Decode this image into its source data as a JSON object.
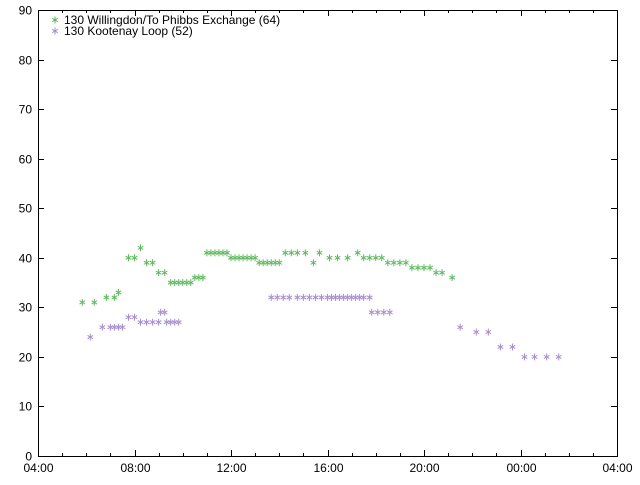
{
  "chart_data": {
    "type": "scatter",
    "title": "",
    "xlabel": "",
    "ylabel": "",
    "x_unit": "time of day (HH:MM), second day after 24:00",
    "xlim": [
      "04:00",
      "28:00"
    ],
    "x_ticks": [
      "04:00",
      "08:00",
      "12:00",
      "16:00",
      "20:00",
      "00:00",
      "04:00"
    ],
    "ylim": [
      0,
      90
    ],
    "y_ticks": [
      "0",
      "10",
      "20",
      "30",
      "40",
      "50",
      "60",
      "70",
      "80",
      "90"
    ],
    "grid": false,
    "legend_position": "top-left",
    "marker": "asterisk",
    "series": [
      {
        "name": "130 Willingdon/To Phibbs Exchange (64)",
        "color": "#5fb85f",
        "points": [
          [
            "05:50",
            31
          ],
          [
            "06:20",
            31
          ],
          [
            "06:50",
            32
          ],
          [
            "07:10",
            32
          ],
          [
            "07:20",
            33
          ],
          [
            "07:45",
            40
          ],
          [
            "08:00",
            40
          ],
          [
            "08:15",
            42
          ],
          [
            "08:30",
            39
          ],
          [
            "08:45",
            39
          ],
          [
            "09:00",
            37
          ],
          [
            "09:15",
            37
          ],
          [
            "09:30",
            35
          ],
          [
            "09:40",
            35
          ],
          [
            "09:50",
            35
          ],
          [
            "10:00",
            35
          ],
          [
            "10:10",
            35
          ],
          [
            "10:20",
            35
          ],
          [
            "10:30",
            36
          ],
          [
            "10:40",
            36
          ],
          [
            "10:50",
            36
          ],
          [
            "11:00",
            41
          ],
          [
            "11:10",
            41
          ],
          [
            "11:20",
            41
          ],
          [
            "11:30",
            41
          ],
          [
            "11:40",
            41
          ],
          [
            "11:50",
            41
          ],
          [
            "12:00",
            40
          ],
          [
            "12:10",
            40
          ],
          [
            "12:20",
            40
          ],
          [
            "12:30",
            40
          ],
          [
            "12:40",
            40
          ],
          [
            "12:50",
            40
          ],
          [
            "13:00",
            40
          ],
          [
            "13:10",
            39
          ],
          [
            "13:20",
            39
          ],
          [
            "13:30",
            39
          ],
          [
            "13:40",
            39
          ],
          [
            "13:50",
            39
          ],
          [
            "14:00",
            39
          ],
          [
            "14:15",
            41
          ],
          [
            "14:30",
            41
          ],
          [
            "14:45",
            41
          ],
          [
            "15:05",
            41
          ],
          [
            "15:25",
            39
          ],
          [
            "15:40",
            41
          ],
          [
            "16:05",
            40
          ],
          [
            "16:25",
            40
          ],
          [
            "16:50",
            40
          ],
          [
            "17:15",
            41
          ],
          [
            "17:30",
            40
          ],
          [
            "17:45",
            40
          ],
          [
            "18:00",
            40
          ],
          [
            "18:15",
            40
          ],
          [
            "18:30",
            39
          ],
          [
            "18:45",
            39
          ],
          [
            "19:00",
            39
          ],
          [
            "19:15",
            39
          ],
          [
            "19:30",
            38
          ],
          [
            "19:45",
            38
          ],
          [
            "20:00",
            38
          ],
          [
            "20:15",
            38
          ],
          [
            "20:30",
            37
          ],
          [
            "20:45",
            37
          ],
          [
            "21:10",
            36
          ]
        ]
      },
      {
        "name": "130 Kootenay Loop (52)",
        "color": "#a58fcf",
        "points": [
          [
            "06:10",
            24
          ],
          [
            "06:40",
            26
          ],
          [
            "07:00",
            26
          ],
          [
            "07:10",
            26
          ],
          [
            "07:20",
            26
          ],
          [
            "07:30",
            26
          ],
          [
            "07:45",
            28
          ],
          [
            "08:00",
            28
          ],
          [
            "08:15",
            27
          ],
          [
            "08:30",
            27
          ],
          [
            "08:45",
            27
          ],
          [
            "09:00",
            27
          ],
          [
            "09:05",
            29
          ],
          [
            "09:15",
            29
          ],
          [
            "09:20",
            27
          ],
          [
            "09:30",
            27
          ],
          [
            "09:40",
            27
          ],
          [
            "09:50",
            27
          ],
          [
            "13:40",
            32
          ],
          [
            "13:55",
            32
          ],
          [
            "14:10",
            32
          ],
          [
            "14:25",
            32
          ],
          [
            "14:45",
            32
          ],
          [
            "15:00",
            32
          ],
          [
            "15:15",
            32
          ],
          [
            "15:30",
            32
          ],
          [
            "15:45",
            32
          ],
          [
            "16:00",
            32
          ],
          [
            "16:10",
            32
          ],
          [
            "16:20",
            32
          ],
          [
            "16:30",
            32
          ],
          [
            "16:40",
            32
          ],
          [
            "16:50",
            32
          ],
          [
            "17:00",
            32
          ],
          [
            "17:10",
            32
          ],
          [
            "17:20",
            32
          ],
          [
            "17:30",
            32
          ],
          [
            "17:45",
            32
          ],
          [
            "17:50",
            29
          ],
          [
            "18:05",
            29
          ],
          [
            "18:20",
            29
          ],
          [
            "18:35",
            29
          ],
          [
            "21:30",
            26
          ],
          [
            "22:10",
            25
          ],
          [
            "22:40",
            25
          ],
          [
            "23:10",
            22
          ],
          [
            "23:40",
            22
          ],
          [
            "24:10",
            20
          ],
          [
            "24:35",
            20
          ],
          [
            "25:05",
            20
          ],
          [
            "25:35",
            20
          ]
        ]
      }
    ]
  }
}
